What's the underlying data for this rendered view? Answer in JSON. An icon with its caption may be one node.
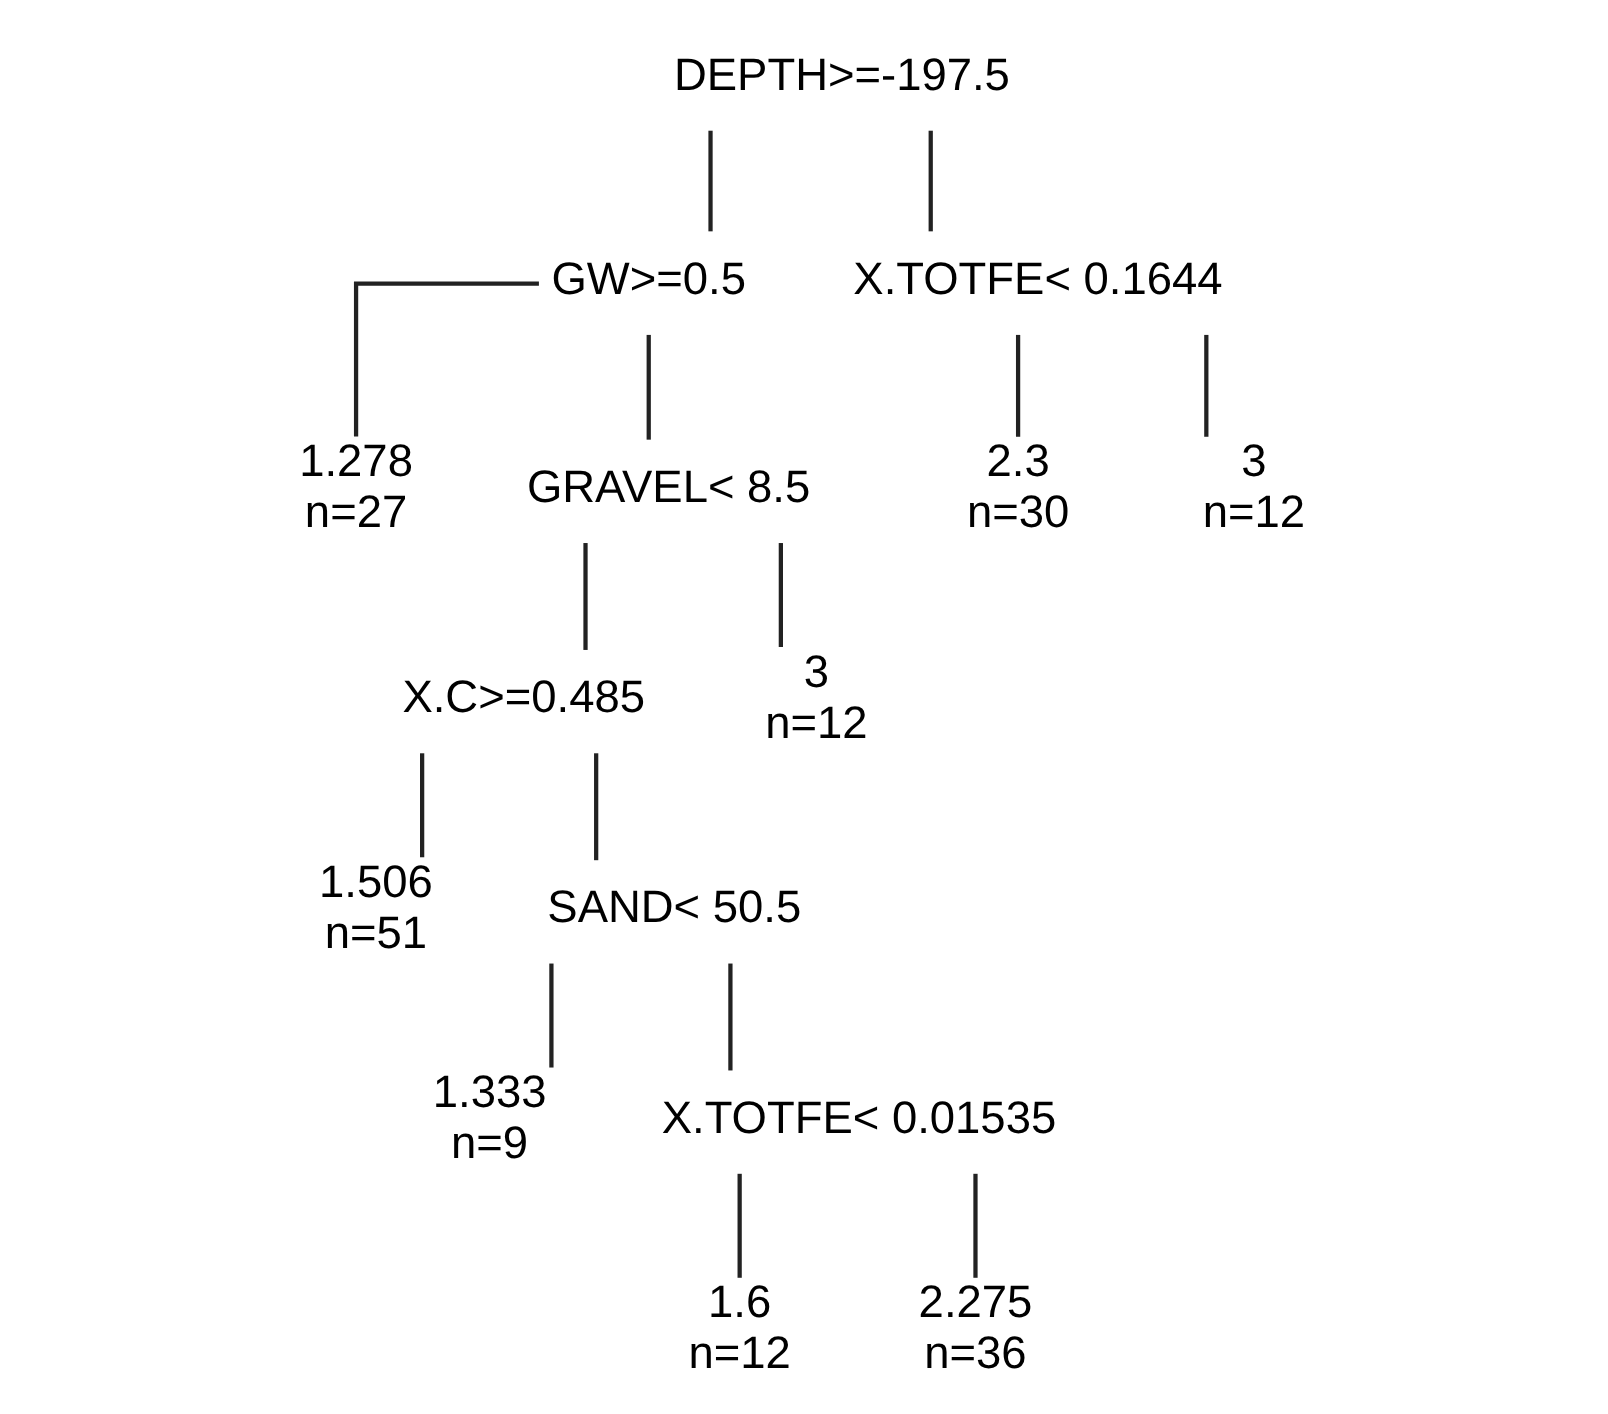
{
  "diagram": {
    "nodes": [
      {
        "text": [
          "DEPTH>=-197.5"
        ]
      },
      {
        "text": [
          "GW>=0.5"
        ]
      },
      {
        "text": [
          "X.TOTFE< 0.1644"
        ]
      },
      {
        "text": [
          "1.278",
          "n=27"
        ]
      },
      {
        "text": [
          "GRAVEL< 8.5"
        ]
      },
      {
        "text": [
          "2.3",
          "n=30"
        ]
      },
      {
        "text": [
          "3",
          "n=12"
        ]
      },
      {
        "text": [
          "X.C>=0.485"
        ]
      },
      {
        "text": [
          "3",
          "n=12"
        ]
      },
      {
        "text": [
          "1.506",
          "n=51"
        ]
      },
      {
        "text": [
          "SAND< 50.5"
        ]
      },
      {
        "text": [
          "1.333",
          "n=9"
        ]
      },
      {
        "text": [
          "X.TOTFE< 0.01535"
        ]
      },
      {
        "text": [
          "1.6",
          "n=12"
        ]
      },
      {
        "text": [
          "2.275",
          "n=36"
        ]
      }
    ],
    "edges": [
      {
        "from": 0,
        "to": 1,
        "arrow": "none"
      },
      {
        "from": 0,
        "to": 2,
        "arrow": "none"
      },
      {
        "from": 1,
        "to": 3,
        "arrow": "none"
      },
      {
        "from": 1,
        "to": 4,
        "arrow": "none"
      },
      {
        "from": 2,
        "to": 5,
        "arrow": "none"
      },
      {
        "from": 2,
        "to": 6,
        "arrow": "none"
      },
      {
        "from": 4,
        "to": 7,
        "arrow": "none"
      },
      {
        "from": 4,
        "to": 8,
        "arrow": "none"
      },
      {
        "from": 7,
        "to": 9,
        "arrow": "none"
      },
      {
        "from": 7,
        "to": 10,
        "arrow": "none"
      },
      {
        "from": 10,
        "to": 11,
        "arrow": "none"
      },
      {
        "from": 10,
        "to": 12,
        "arrow": "none"
      },
      {
        "from": 12,
        "to": 13,
        "arrow": "none"
      },
      {
        "from": 12,
        "to": 14,
        "arrow": "none"
      }
    ]
  }
}
